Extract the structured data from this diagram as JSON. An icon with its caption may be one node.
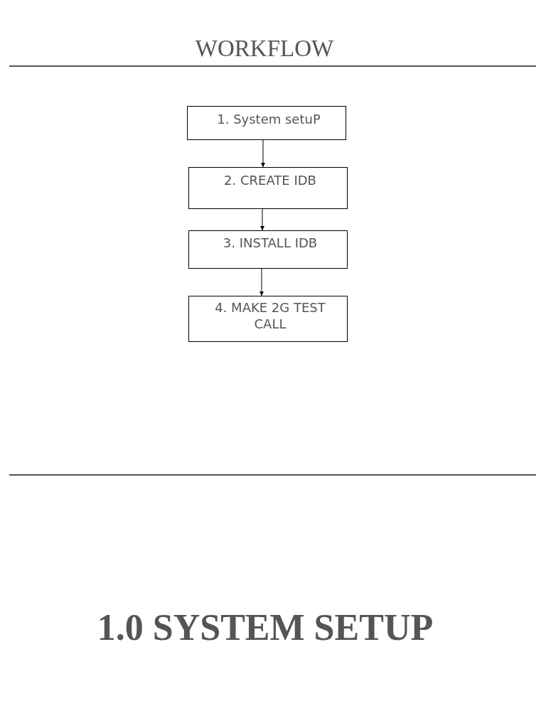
{
  "diagram": {
    "title": "WORKFLOW",
    "nodes": [
      {
        "text": [
          "1. System setuP"
        ]
      },
      {
        "text": [
          "2. CREATE IDB"
        ]
      },
      {
        "text": [
          "3. INSTALL IDB"
        ]
      },
      {
        "text": [
          "4. MAKE 2G TEST CALL"
        ]
      }
    ],
    "edges": [
      {
        "from": 0,
        "to": 1,
        "arrow": "to"
      },
      {
        "from": 1,
        "to": 2,
        "arrow": "to"
      },
      {
        "from": 2,
        "to": 3,
        "arrow": "to"
      }
    ],
    "labels": [
      "1.0 SYSTEM SETUP"
    ]
  }
}
